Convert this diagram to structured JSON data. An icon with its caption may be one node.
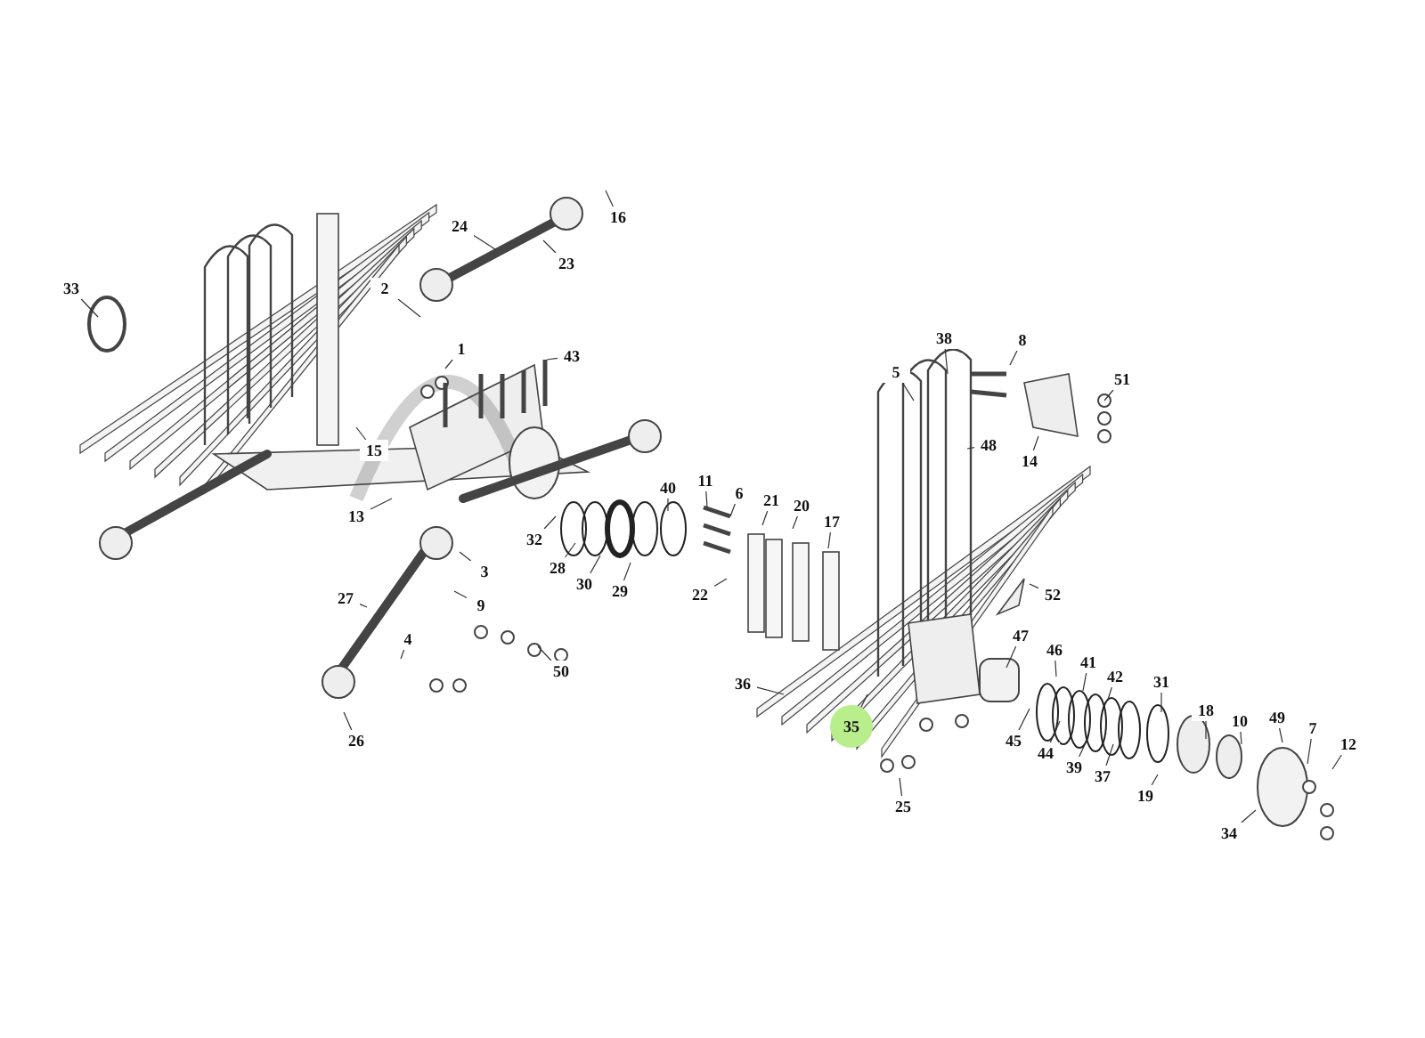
{
  "diagram": {
    "nodes": [
      {
        "text": [
          "33"
        ]
      },
      {
        "text": [
          "24"
        ]
      },
      {
        "text": [
          "16"
        ]
      },
      {
        "text": [
          "23"
        ]
      },
      {
        "text": [
          "2"
        ]
      },
      {
        "text": [
          "1"
        ]
      },
      {
        "text": [
          "43"
        ]
      },
      {
        "text": [
          "15"
        ]
      },
      {
        "text": [
          "13"
        ]
      },
      {
        "text": [
          "3"
        ]
      },
      {
        "text": [
          "9"
        ]
      },
      {
        "text": [
          "27"
        ]
      },
      {
        "text": [
          "4"
        ]
      },
      {
        "text": [
          "26"
        ]
      },
      {
        "text": [
          "50"
        ]
      },
      {
        "text": [
          "32"
        ]
      },
      {
        "text": [
          "28"
        ]
      },
      {
        "text": [
          "30"
        ]
      },
      {
        "text": [
          "29"
        ]
      },
      {
        "text": [
          "40"
        ]
      },
      {
        "text": [
          "11"
        ]
      },
      {
        "text": [
          "6"
        ]
      },
      {
        "text": [
          "21"
        ]
      },
      {
        "text": [
          "20"
        ]
      },
      {
        "text": [
          "17"
        ]
      },
      {
        "text": [
          "22"
        ]
      },
      {
        "text": [
          "38"
        ]
      },
      {
        "text": [
          "8"
        ]
      },
      {
        "text": [
          "51"
        ]
      },
      {
        "text": [
          "5"
        ]
      },
      {
        "text": [
          "48"
        ]
      },
      {
        "text": [
          "14"
        ]
      },
      {
        "text": [
          "52"
        ]
      },
      {
        "text": [
          "47"
        ]
      },
      {
        "text": [
          "36"
        ]
      },
      {
        "text": [
          "35"
        ]
      },
      {
        "text": [
          "25"
        ]
      },
      {
        "text": [
          "46"
        ]
      },
      {
        "text": [
          "41"
        ]
      },
      {
        "text": [
          "42"
        ]
      },
      {
        "text": [
          "45"
        ]
      },
      {
        "text": [
          "44"
        ]
      },
      {
        "text": [
          "39"
        ]
      },
      {
        "text": [
          "37"
        ]
      },
      {
        "text": [
          "31"
        ]
      },
      {
        "text": [
          "19"
        ]
      },
      {
        "text": [
          "18"
        ]
      },
      {
        "text": [
          "10"
        ]
      },
      {
        "text": [
          "49"
        ]
      },
      {
        "text": [
          "7"
        ]
      },
      {
        "text": [
          "12"
        ]
      },
      {
        "text": [
          "34"
        ]
      }
    ],
    "edges": [
      {
        "from": 0,
        "to": null,
        "arrow": "none"
      },
      {
        "from": 1,
        "to": null,
        "arrow": "none"
      },
      {
        "from": 2,
        "to": null,
        "arrow": "none"
      },
      {
        "from": 3,
        "to": null,
        "arrow": "none"
      },
      {
        "from": 4,
        "to": null,
        "arrow": "none"
      },
      {
        "from": 5,
        "to": null,
        "arrow": "none"
      },
      {
        "from": 6,
        "to": null,
        "arrow": "none"
      },
      {
        "from": 7,
        "to": null,
        "arrow": "none"
      },
      {
        "from": 8,
        "to": null,
        "arrow": "none"
      },
      {
        "from": 9,
        "to": null,
        "arrow": "none"
      },
      {
        "from": 10,
        "to": null,
        "arrow": "none"
      },
      {
        "from": 11,
        "to": null,
        "arrow": "none"
      },
      {
        "from": 12,
        "to": null,
        "arrow": "none"
      },
      {
        "from": 13,
        "to": null,
        "arrow": "none"
      },
      {
        "from": 14,
        "to": null,
        "arrow": "none"
      },
      {
        "from": 15,
        "to": null,
        "arrow": "none"
      },
      {
        "from": 16,
        "to": null,
        "arrow": "none"
      },
      {
        "from": 17,
        "to": null,
        "arrow": "none"
      },
      {
        "from": 18,
        "to": null,
        "arrow": "none"
      },
      {
        "from": 19,
        "to": null,
        "arrow": "none"
      },
      {
        "from": 20,
        "to": null,
        "arrow": "none"
      },
      {
        "from": 21,
        "to": null,
        "arrow": "none"
      },
      {
        "from": 22,
        "to": null,
        "arrow": "none"
      },
      {
        "from": 23,
        "to": null,
        "arrow": "none"
      },
      {
        "from": 24,
        "to": null,
        "arrow": "none"
      },
      {
        "from": 25,
        "to": null,
        "arrow": "none"
      },
      {
        "from": 26,
        "to": null,
        "arrow": "none"
      },
      {
        "from": 27,
        "to": null,
        "arrow": "none"
      },
      {
        "from": 28,
        "to": null,
        "arrow": "none"
      },
      {
        "from": 29,
        "to": null,
        "arrow": "none"
      },
      {
        "from": 30,
        "to": null,
        "arrow": "none"
      },
      {
        "from": 31,
        "to": null,
        "arrow": "none"
      },
      {
        "from": 32,
        "to": null,
        "arrow": "none"
      },
      {
        "from": 33,
        "to": null,
        "arrow": "none"
      },
      {
        "from": 34,
        "to": null,
        "arrow": "none"
      },
      {
        "from": 35,
        "to": null,
        "arrow": "none"
      },
      {
        "from": 36,
        "to": null,
        "arrow": "none"
      },
      {
        "from": 37,
        "to": null,
        "arrow": "none"
      },
      {
        "from": 38,
        "to": null,
        "arrow": "none"
      },
      {
        "from": 39,
        "to": null,
        "arrow": "none"
      },
      {
        "from": 40,
        "to": null,
        "arrow": "none"
      },
      {
        "from": 41,
        "to": null,
        "arrow": "none"
      },
      {
        "from": 42,
        "to": null,
        "arrow": "none"
      },
      {
        "from": 43,
        "to": null,
        "arrow": "none"
      },
      {
        "from": 44,
        "to": null,
        "arrow": "none"
      },
      {
        "from": 45,
        "to": null,
        "arrow": "none"
      },
      {
        "from": 46,
        "to": null,
        "arrow": "none"
      },
      {
        "from": 47,
        "to": null,
        "arrow": "none"
      },
      {
        "from": 48,
        "to": null,
        "arrow": "none"
      },
      {
        "from": 49,
        "to": null,
        "arrow": "none"
      },
      {
        "from": 50,
        "to": null,
        "arrow": "none"
      },
      {
        "from": 51,
        "to": null,
        "arrow": "none"
      }
    ]
  }
}
